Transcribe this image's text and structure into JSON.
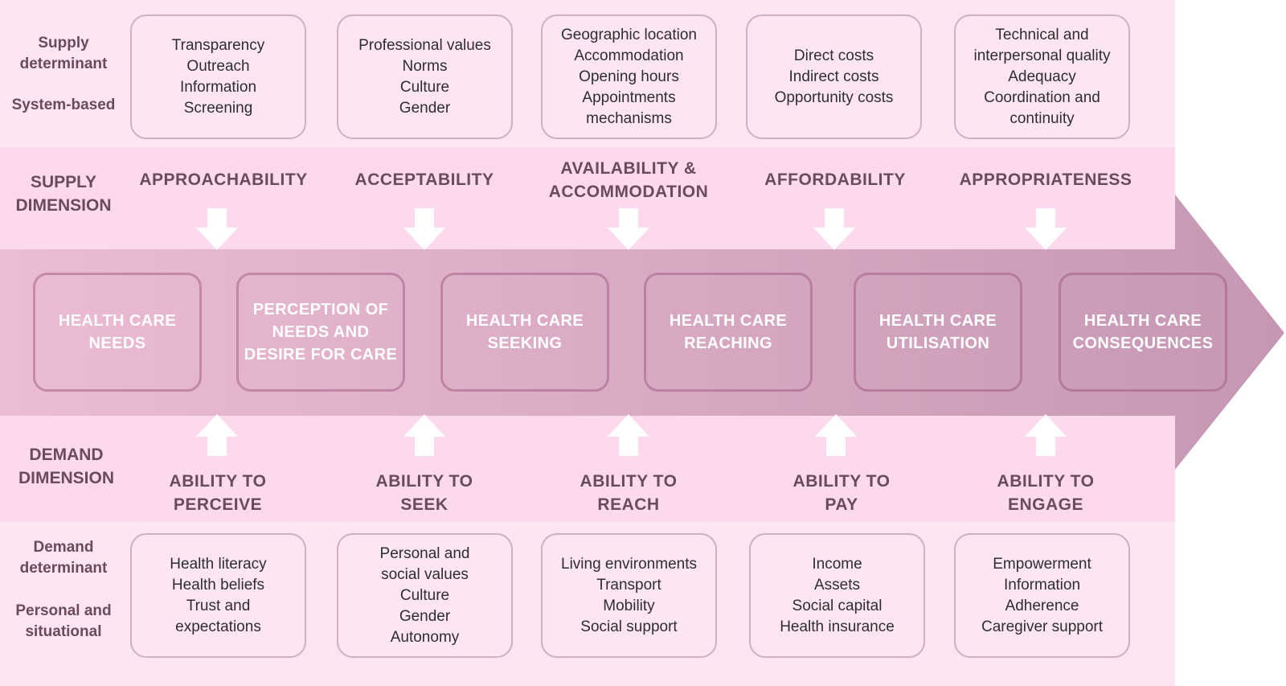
{
  "supply_determinant_label": [
    "Supply",
    "determinant"
  ],
  "supply_system_label": "System-based",
  "supply_dimension_label": [
    "SUPPLY",
    "DIMENSION"
  ],
  "demand_dimension_label": [
    "DEMAND",
    "DIMENSION"
  ],
  "demand_determinant_label": [
    "Demand",
    "determinant"
  ],
  "demand_personal_label": [
    "Personal and",
    "situational"
  ],
  "supply_determinants": [
    [
      "Transparency",
      "Outreach",
      "Information",
      "Screening"
    ],
    [
      "Professional values",
      "Norms",
      "Culture",
      "Gender"
    ],
    [
      "Geographic location",
      "Accommodation",
      "Opening hours",
      "Appointments",
      "mechanisms"
    ],
    [
      "Direct costs",
      "Indirect costs",
      "Opportunity costs"
    ],
    [
      "Technical and",
      "interpersonal quality",
      "Adequacy",
      "Coordination and",
      "continuity"
    ]
  ],
  "supply_dimensions": [
    [
      "APPROACHABILITY"
    ],
    [
      "ACCEPTABILITY"
    ],
    [
      "AVAILABILITY &",
      "ACCOMMODATION"
    ],
    [
      "AFFORDABILITY"
    ],
    [
      "APPROPRIATENESS"
    ]
  ],
  "stages": [
    [
      "HEALTH CARE",
      "NEEDS"
    ],
    [
      "PERCEPTION OF",
      "NEEDS AND",
      "DESIRE FOR CARE"
    ],
    [
      "HEALTH CARE",
      "SEEKING"
    ],
    [
      "HEALTH CARE",
      "REACHING"
    ],
    [
      "HEALTH CARE",
      "UTILISATION"
    ],
    [
      "HEALTH CARE",
      "CONSEQUENCES"
    ]
  ],
  "demand_dimensions": [
    [
      "ABILITY TO",
      "PERCEIVE"
    ],
    [
      "ABILITY TO",
      "SEEK"
    ],
    [
      "ABILITY TO",
      "REACH"
    ],
    [
      "ABILITY TO",
      "PAY"
    ],
    [
      "ABILITY TO",
      "ENGAGE"
    ]
  ],
  "demand_determinants": [
    [
      "Health literacy",
      "Health beliefs",
      "Trust and",
      "expectations"
    ],
    [
      "Personal and",
      "social values",
      "Culture",
      "Gender",
      "Autonomy"
    ],
    [
      "Living environments",
      "Transport",
      "Mobility",
      "Social support"
    ],
    [
      "Income",
      "Assets",
      "Social capital",
      "Health insurance"
    ],
    [
      "Empowerment",
      "Information",
      "Adherence",
      "Caregiver support"
    ]
  ],
  "colors": {
    "light_band": "#fde6f2",
    "mid_band": "#fcd9ec",
    "arrow_start": "#ecbcd4",
    "arrow_end": "#c697b3",
    "label_text": "#6b4a5c"
  }
}
